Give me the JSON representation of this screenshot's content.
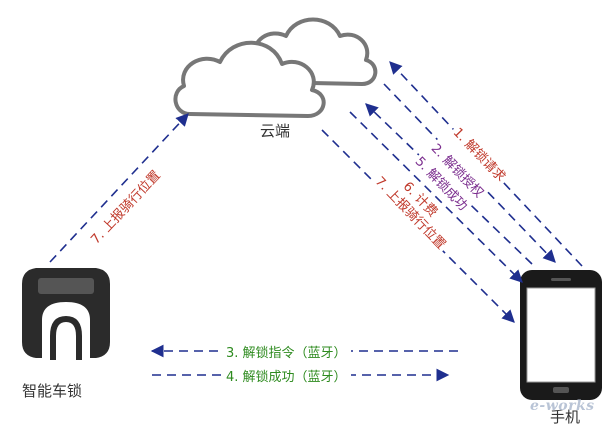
{
  "nodes": {
    "cloud": "云端",
    "lock": "智能车锁",
    "phone": "手机"
  },
  "messages": {
    "m1": "1. 解锁请求",
    "m2": "2. 解锁授权",
    "m3": "3. 解锁指令（蓝牙）",
    "m4": "4. 解锁成功（蓝牙）",
    "m5": "5. 解锁成功",
    "m6": "6. 计费",
    "m7_right": "7. 上报骑行位置",
    "m7_left": "7. 上报骑行位置"
  },
  "watermark": "e-works",
  "colors": {
    "arrow": "#1f2f8f",
    "m1": "#c0392b",
    "m2": "#7b2d8e",
    "m3": "#2e8b1f",
    "m4": "#2e8b1f",
    "m5": "#7b2d8e",
    "m6": "#c0392b",
    "m7": "#c0392b"
  }
}
